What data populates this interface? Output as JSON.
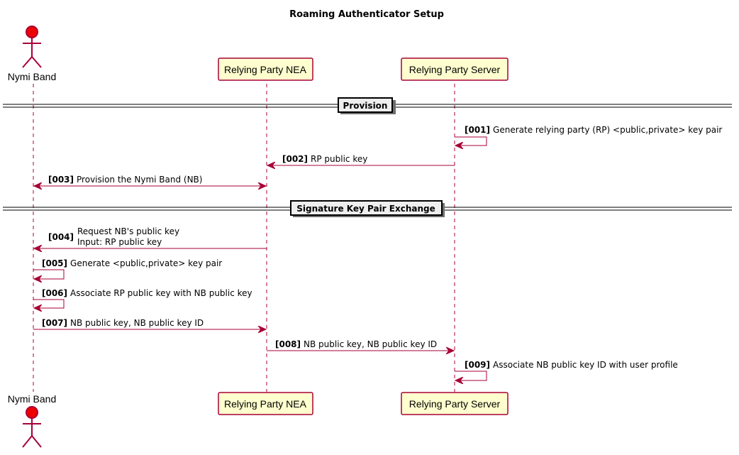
{
  "title": "Roaming Authenticator Setup",
  "participants": {
    "nymi": "Nymi Band",
    "nea": "Relying Party NEA",
    "server": "Relying Party Server"
  },
  "dividers": {
    "provision": "Provision",
    "exchange": "Signature Key Pair Exchange"
  },
  "messages": {
    "m001": {
      "num": "[001]",
      "text": "Generate relying party (RP) <public,private> key pair"
    },
    "m002": {
      "num": "[002]",
      "text": "RP public key"
    },
    "m003": {
      "num": "[003]",
      "text": "Provision the Nymi Band (NB)"
    },
    "m004": {
      "num": "[004]",
      "text": "Request NB's public key",
      "text2": " Input: RP public key"
    },
    "m005": {
      "num": "[005]",
      "text": "Generate <public,private> key pair"
    },
    "m006": {
      "num": "[006]",
      "text": "Associate RP public key with NB public key"
    },
    "m007": {
      "num": "[007]",
      "text": "NB public key, NB public key ID"
    },
    "m008": {
      "num": "[008]",
      "text": "NB public key, NB public key ID"
    },
    "m009": {
      "num": "[009]",
      "text": "Associate NB public key ID with user profile"
    }
  }
}
